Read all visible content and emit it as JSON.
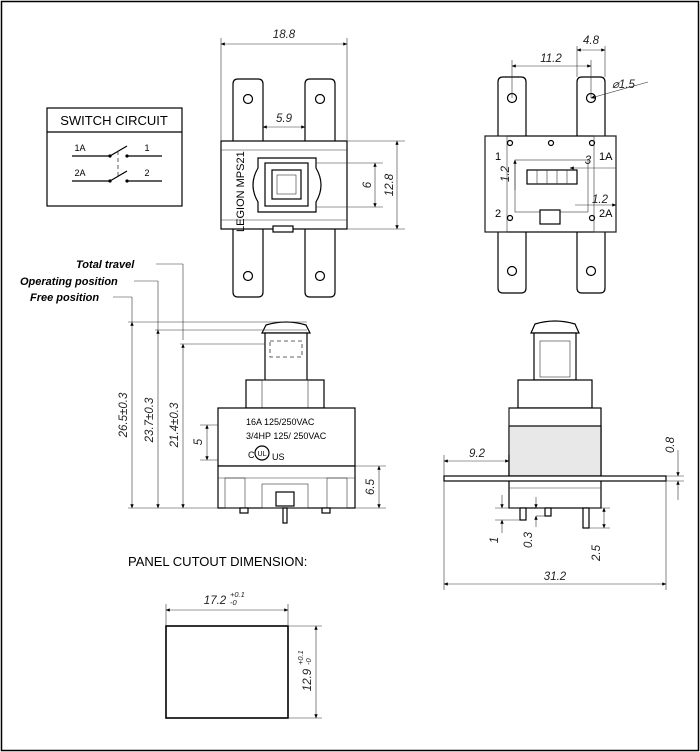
{
  "circuit": {
    "title": "SWITCH CIRCUIT",
    "terminals": [
      "1A",
      "1",
      "2A",
      "2"
    ]
  },
  "top_view": {
    "dim_width": "18.8",
    "dim_pitch": "5.9",
    "dim_button": "6",
    "dim_height": "12.8",
    "marking": "LEGION MPS21"
  },
  "side_view": {
    "dim_tab": "4.8",
    "dim_span": "11.2",
    "dim_hole": "⌀1.5",
    "dim_mid": "3",
    "dim_up": "1.2",
    "dim_low": "1.2",
    "terminals": [
      "1",
      "1A",
      "2",
      "2A"
    ]
  },
  "legend": {
    "total_travel": "Total travel",
    "operating_position": "Operating position",
    "free_position": "Free position"
  },
  "front_view": {
    "rating_line1": "16A 125/250VAC",
    "rating_line2": "3/4HP 125/ 250VAC",
    "cert_c": "C",
    "cert_ul": "UL",
    "cert_us": "US",
    "dim_total": "26.5±0.3",
    "dim_operating": "23.7±0.3",
    "dim_free": "21.4±0.3",
    "dim_window": "5",
    "dim_base": "6.5"
  },
  "right_view": {
    "dim_flange": "9.2",
    "dim_thickness": "0.8",
    "dim_1": "1",
    "dim_03": "0.3",
    "dim_25": "2.5",
    "dim_overall": "31.2"
  },
  "panel": {
    "title": "PANEL CUTOUT DIMENSION:",
    "width": "17.2",
    "width_tol_top": "+0.1",
    "width_tol_bottom": "-0",
    "height": "12.9",
    "height_tol_top": "+0.1",
    "height_tol_bottom": "-0"
  }
}
